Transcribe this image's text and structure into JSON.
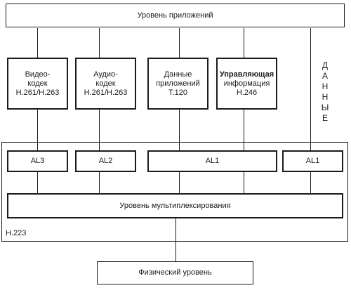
{
  "application_layer": "Уровень приложений",
  "modules": [
    {
      "lines": [
        "Видео-",
        "кодек",
        "H.261/H.263"
      ]
    },
    {
      "lines": [
        "Аудио-",
        "кодек",
        "H.261/H.263"
      ]
    },
    {
      "lines": [
        "Данные",
        "приложений",
        "Т.120"
      ]
    },
    {
      "lines": [
        "Управляющая",
        "информация",
        "H.246"
      ]
    }
  ],
  "data_label_letters": [
    "Д",
    "А",
    "Н",
    "Н",
    "Ы",
    "Е"
  ],
  "adaptation_layers": [
    "AL3",
    "AL2",
    "AL1",
    "AL1"
  ],
  "multiplex_layer": "Уровень мультиплексирования",
  "h223_label": "H.223",
  "physical_layer": "Физический уровень"
}
